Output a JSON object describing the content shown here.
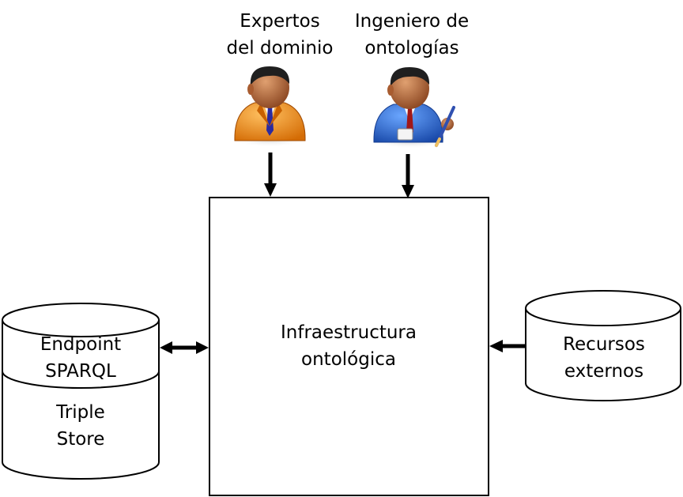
{
  "actors": {
    "domain_experts": {
      "line1": "Expertos",
      "line2": "del dominio",
      "icon": "businessman-orange-suit-icon"
    },
    "ontology_engineer": {
      "line1": "Ingeniero de",
      "line2": "ontologías",
      "icon": "engineer-blue-suit-pencil-icon"
    }
  },
  "center": {
    "line1": "Infraestructura",
    "line2": "ontológica"
  },
  "triple_store": {
    "top_line1": "Endpoint",
    "top_line2": "SPARQL",
    "bottom_line1": "Triple",
    "bottom_line2": "Store"
  },
  "external": {
    "line1": "Recursos",
    "line2": "externos"
  },
  "colors": {
    "stroke": "#000000",
    "expert_suit": "#f0961e",
    "engineer_suit": "#2f6fd6",
    "skin": "#b8693a",
    "hair": "#1f1f1f"
  }
}
